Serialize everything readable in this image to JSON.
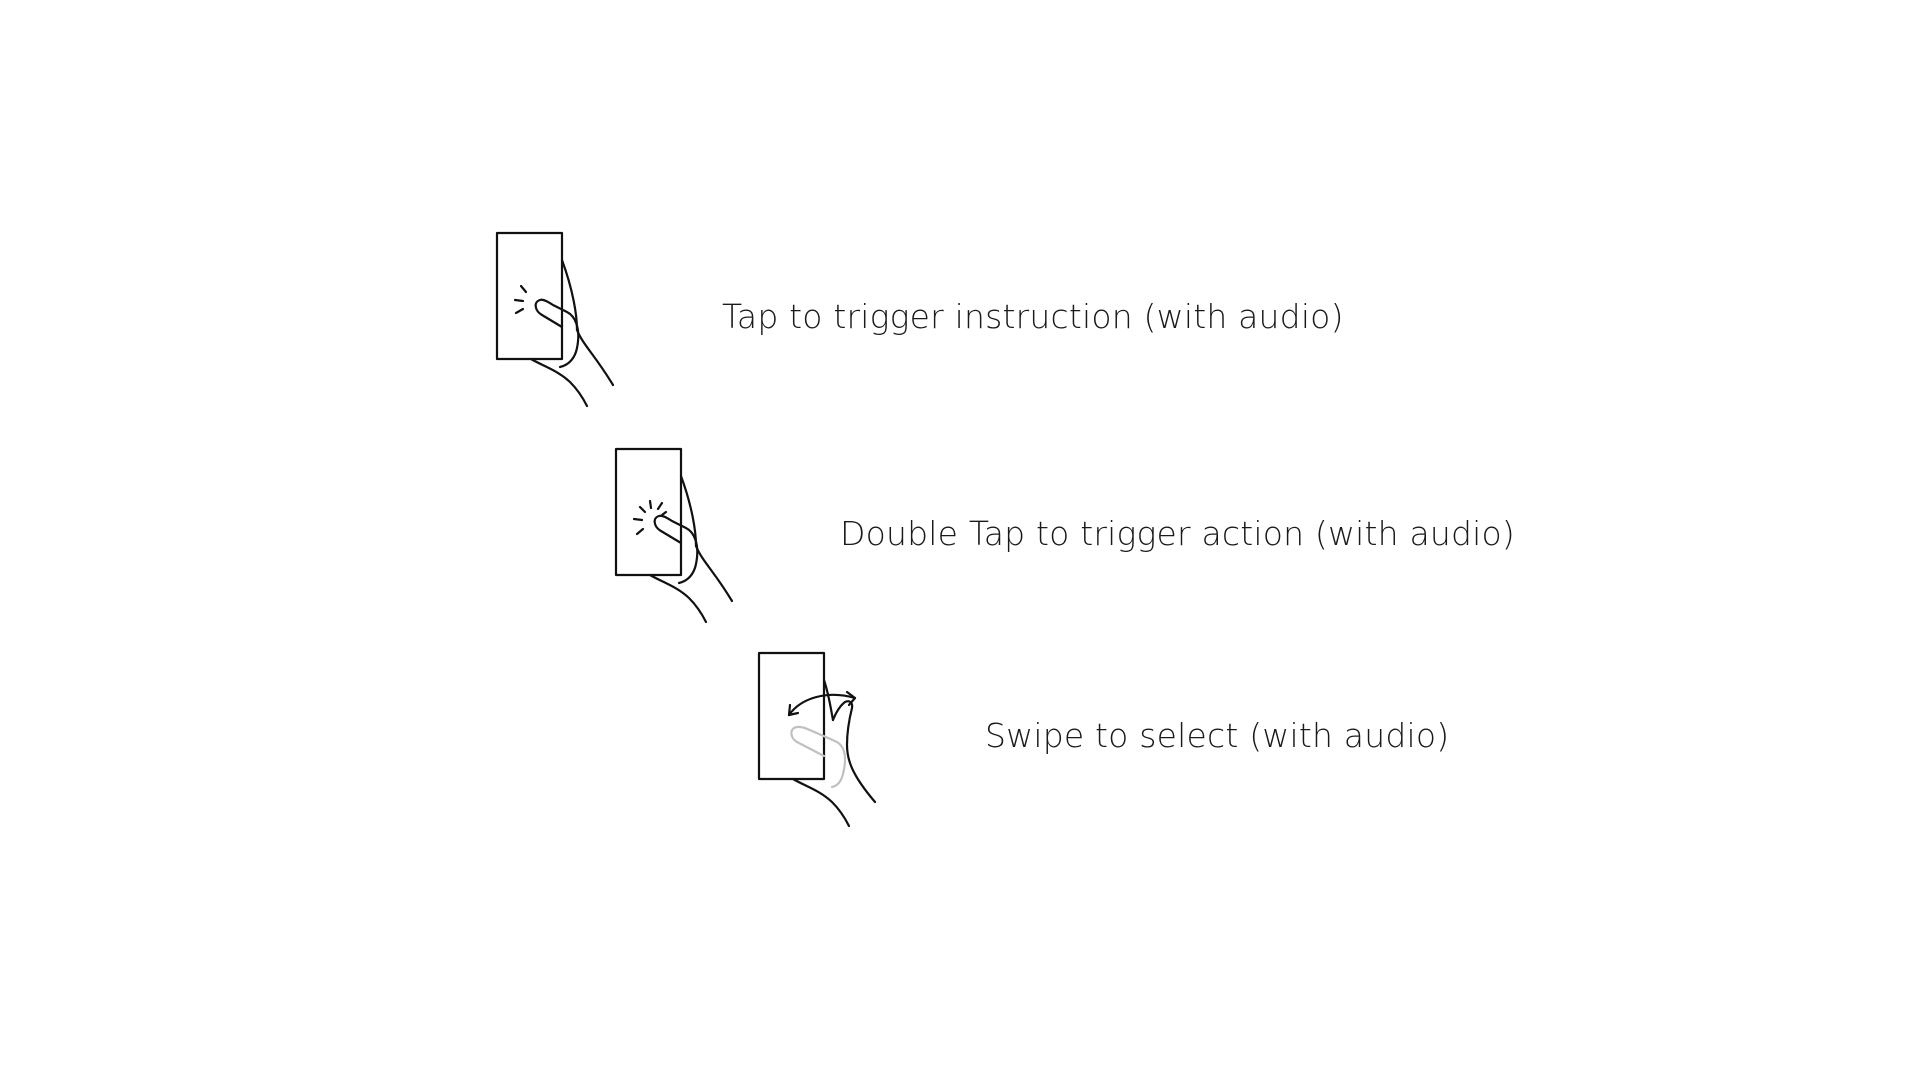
{
  "gestures": [
    {
      "icon": "tap-gesture-icon",
      "label": "Tap to trigger instruction (with audio)"
    },
    {
      "icon": "double-tap-gesture-icon",
      "label": "Double Tap to trigger action (with audio)"
    },
    {
      "icon": "swipe-gesture-icon",
      "label": "Swipe to select (with audio)"
    }
  ]
}
